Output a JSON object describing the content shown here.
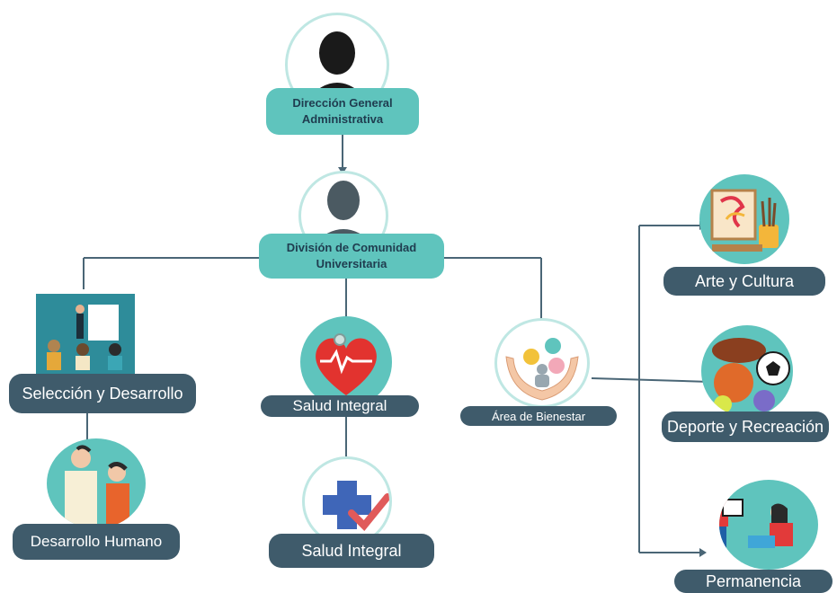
{
  "nodes": {
    "direccion": {
      "label_line1": "Dirección General",
      "label_line2": "Administrativa",
      "icon": "person-icon"
    },
    "division": {
      "label_line1": "División de Comunidad",
      "label_line2": "Universitaria",
      "icon": "person-icon"
    },
    "seleccion": {
      "label": "Selección y Desarrollo",
      "icon": "presentation-icon"
    },
    "desarrollo_humano": {
      "label": "Desarrollo Humano",
      "icon": "mentoring-icon"
    },
    "salud_integral_1": {
      "label": "Salud Integral",
      "icon": "heart-stethoscope-icon"
    },
    "salud_integral_2": {
      "label": "Salud Integral",
      "icon": "medical-cross-check-icon"
    },
    "area_bienestar": {
      "label": "Área de Bienestar",
      "icon": "hands-wellbeing-icon"
    },
    "arte_cultura": {
      "label": "Arte y Cultura",
      "icon": "easel-paint-icon"
    },
    "deporte": {
      "label": "Deporte y Recreación",
      "icon": "sports-balls-icon"
    },
    "permanencia": {
      "label": "Permanencia",
      "icon": "study-people-icon"
    }
  },
  "colors": {
    "teal": "#5fc4bd",
    "dark_slate": "#3f5b6b",
    "connector": "#4a6676",
    "label_dark": "#1f3c4f"
  }
}
